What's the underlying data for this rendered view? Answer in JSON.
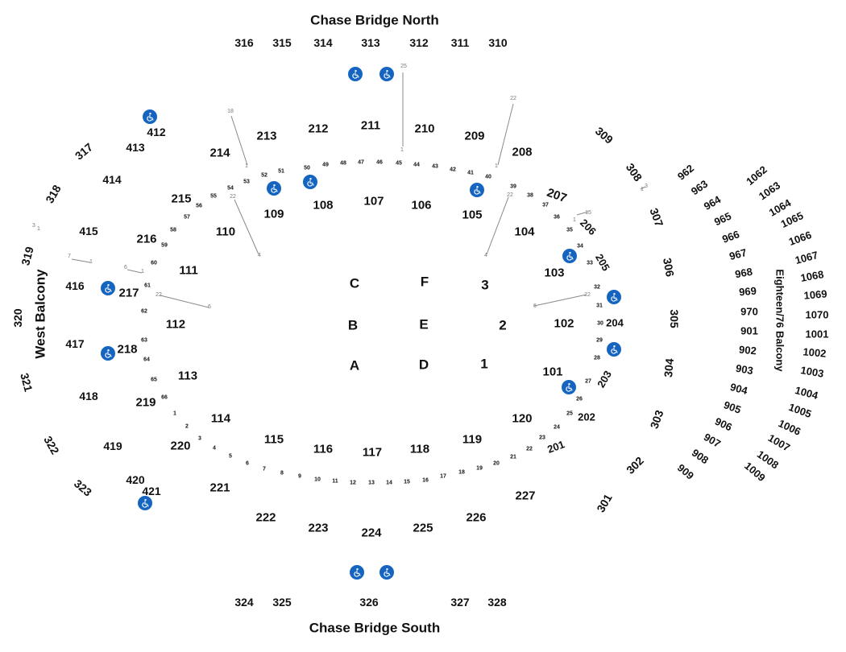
{
  "titles": {
    "north": "Chase Bridge North",
    "south": "Chase Bridge South",
    "west": "West Balcony",
    "east": "Eighteen/76 Balcony"
  },
  "court": {
    "c": "C",
    "f": "F",
    "3": "3",
    "b": "B",
    "e": "E",
    "2": "2",
    "a": "A",
    "d": "D",
    "1": "1"
  },
  "sections_100": [
    "101",
    "102",
    "103",
    "104",
    "105",
    "106",
    "107",
    "108",
    "109",
    "110",
    "111",
    "112",
    "113",
    "114",
    "115",
    "116",
    "117",
    "118",
    "119",
    "120"
  ],
  "sections_200": [
    "201",
    "202",
    "203",
    "204",
    "205",
    "206",
    "207",
    "208",
    "209",
    "210",
    "211",
    "212",
    "213",
    "214",
    "215",
    "216",
    "217",
    "218",
    "219",
    "220",
    "221",
    "222",
    "223",
    "224",
    "225",
    "226",
    "227"
  ],
  "sections_300": [
    "301",
    "302",
    "303",
    "304",
    "305",
    "306",
    "307",
    "308",
    "309",
    "310",
    "311",
    "312",
    "313",
    "314",
    "315",
    "316",
    "317",
    "318",
    "319",
    "320",
    "321",
    "322",
    "323",
    "324",
    "325",
    "326",
    "327",
    "328"
  ],
  "sections_400": [
    "412",
    "413",
    "414",
    "415",
    "416",
    "417",
    "418",
    "419",
    "420",
    "421"
  ],
  "sections_900": [
    "901",
    "902",
    "903",
    "904",
    "905",
    "906",
    "907",
    "908",
    "909",
    "962",
    "963",
    "964",
    "965",
    "966",
    "967",
    "968",
    "969",
    "970"
  ],
  "sections_1000": [
    "1001",
    "1002",
    "1003",
    "1004",
    "1005",
    "1006",
    "1007",
    "1008",
    "1009",
    "1062",
    "1063",
    "1064",
    "1065",
    "1066",
    "1067",
    "1068",
    "1069",
    "1070"
  ],
  "row_numbers": [
    "1",
    "2",
    "3",
    "4",
    "5",
    "6",
    "7",
    "8",
    "9",
    "10",
    "11",
    "12",
    "13",
    "14",
    "15",
    "16",
    "17",
    "18",
    "19",
    "20",
    "21",
    "22",
    "23",
    "24",
    "25",
    "26",
    "27",
    "28",
    "29",
    "30",
    "31",
    "32",
    "33",
    "34",
    "35",
    "36",
    "37",
    "38",
    "39",
    "40",
    "41",
    "42",
    "43",
    "44",
    "45",
    "46",
    "47",
    "48",
    "49",
    "50",
    "51",
    "52",
    "53",
    "54",
    "55",
    "56",
    "57",
    "58",
    "59",
    "60",
    "61",
    "62",
    "63",
    "64",
    "65",
    "66"
  ],
  "line_markers": [
    "25",
    "1",
    "22",
    "1",
    "22",
    "4",
    "18",
    "1",
    "22",
    "4",
    "7",
    "1",
    "6",
    "1",
    "22",
    "6",
    "6",
    "22",
    "3",
    "1",
    "15",
    "1",
    "1",
    "3"
  ],
  "icons": {
    "accessible": "wheelchair-icon"
  },
  "colors": {
    "accessible": "#1565c0",
    "text": "#111111"
  }
}
